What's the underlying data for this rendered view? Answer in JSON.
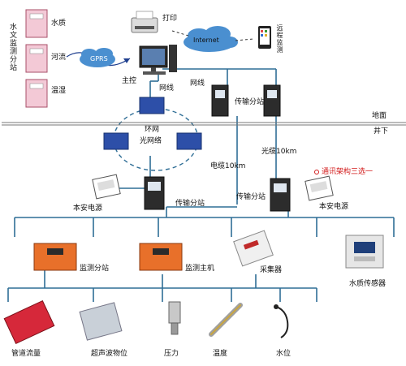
{
  "hydro_station": {
    "vertical_label": "水文监测分站",
    "items": [
      "水质",
      "河流",
      "温湿"
    ]
  },
  "top": {
    "gprs": "GPRS",
    "printer": "打印",
    "host": "主控",
    "internet": "Internet",
    "remote": "远程监测"
  },
  "network": {
    "cable_left": "网线",
    "cable_right": "网线",
    "ring_line1": "环网",
    "ring_line2": "光网络",
    "ground_above": "地面",
    "ground_below": "井下",
    "fiber_10km": "光缆10km",
    "cable_10km": "电缆10km",
    "arch_note": "通讯架构三选一"
  },
  "stations": {
    "trans_top": "传输分站",
    "trans_left": "传输分站",
    "trans_right": "传输分站",
    "power_left": "本安电源",
    "power_right": "本安电源"
  },
  "devices": {
    "monitor_sub": "监测分站",
    "monitor_host": "监测主机",
    "collector": "采集器",
    "water_quality": "水质传感器"
  },
  "sensors": [
    "管道流量",
    "超声波物位",
    "压力",
    "温度",
    "水位"
  ],
  "colors": {
    "line": "#2f6e96",
    "ground": "#777777",
    "orange": "#e8702a",
    "note_red": "#d21a1a",
    "cloud": "#4a8fd0"
  }
}
